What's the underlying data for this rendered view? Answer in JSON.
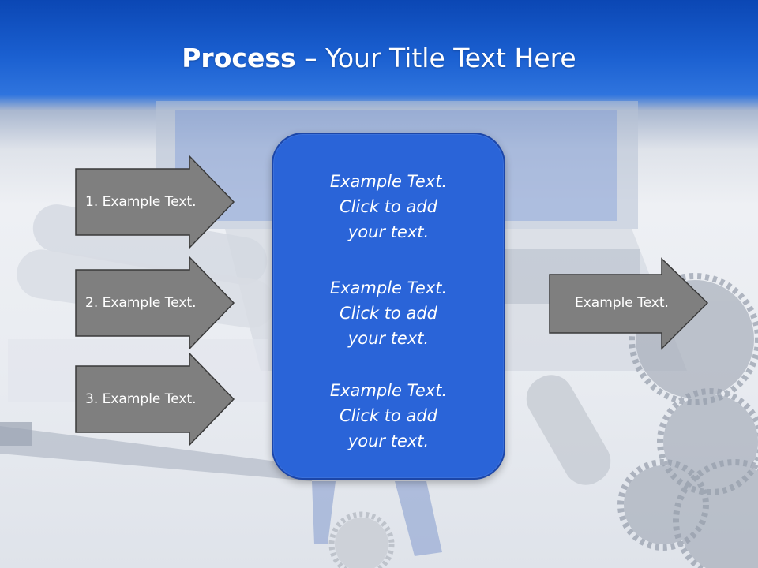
{
  "slide": {
    "title_bold": "Process",
    "title_rest": " – Your Title Text Here",
    "left_arrows": [
      {
        "label": "1. Example Text."
      },
      {
        "label": "2. Example Text."
      },
      {
        "label": "3. Example Text."
      }
    ],
    "center_box": {
      "paragraphs": [
        {
          "line1": "Example Text.",
          "line2": "Click  to add",
          "line3": "your text."
        },
        {
          "line1": "Example Text.",
          "line2": "Click  to add",
          "line3": "your text."
        },
        {
          "line1": "Example Text.",
          "line2": "Click  to add",
          "line3": "your text."
        }
      ]
    },
    "right_arrow": {
      "label": "Example Text."
    }
  },
  "colors": {
    "header_blue": "#1a5fd0",
    "box_blue": "#2a64d8",
    "arrow_gray": "#7f7f7f"
  }
}
